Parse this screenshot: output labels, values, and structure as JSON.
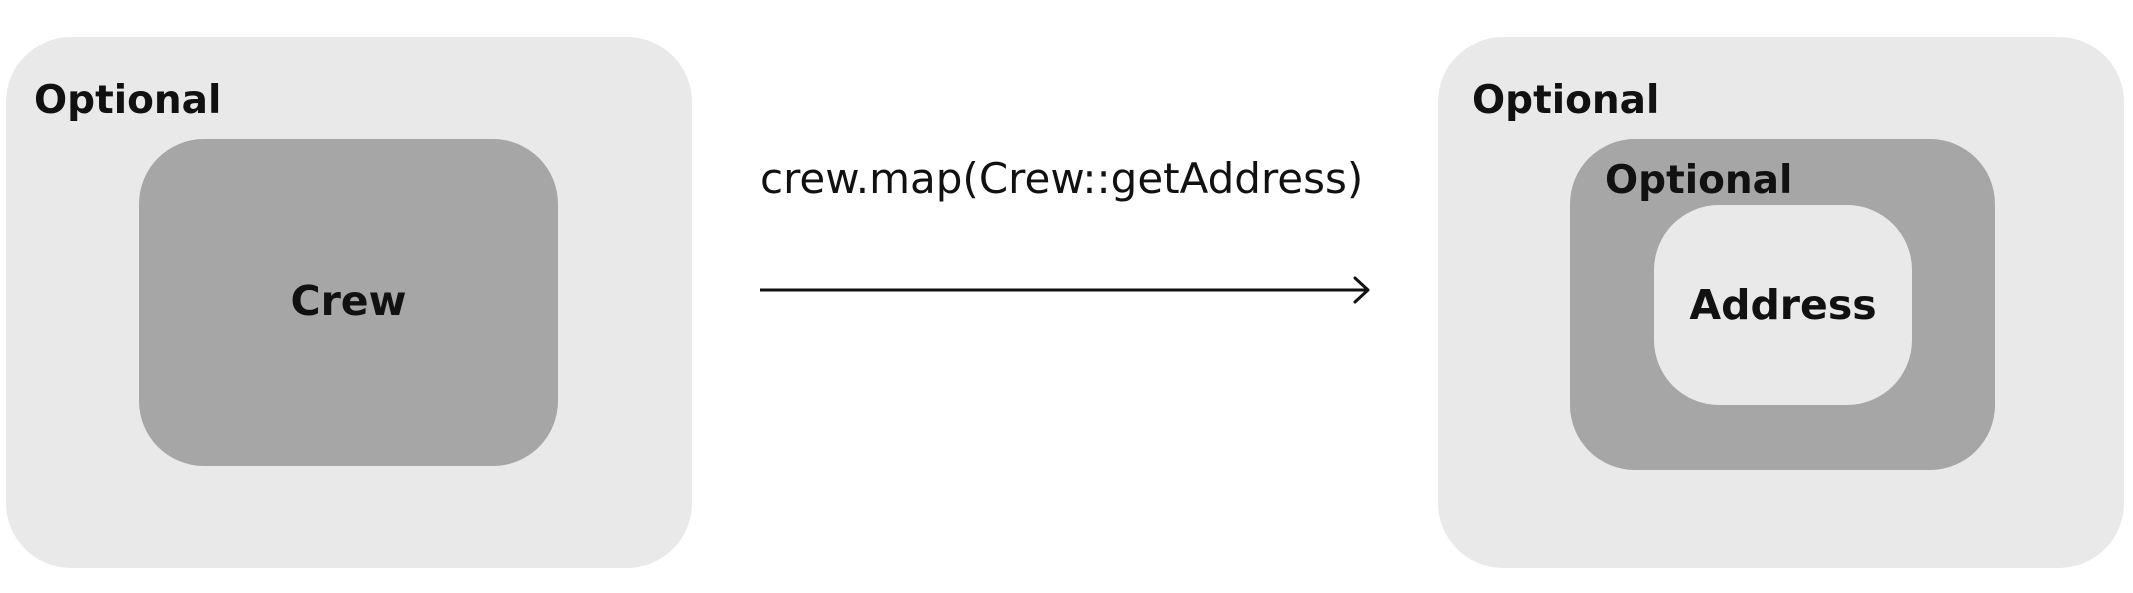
{
  "left": {
    "outer_label": "Optional",
    "inner_label": "Crew"
  },
  "operation": {
    "text": "crew.map(Crew::getAddress)"
  },
  "right": {
    "outer_label": "Optional",
    "middle_label": "Optional",
    "inner_label": "Address"
  },
  "colors": {
    "light_box": "#e9e9e9",
    "dark_box": "#a6a6a6",
    "text": "#111111"
  }
}
